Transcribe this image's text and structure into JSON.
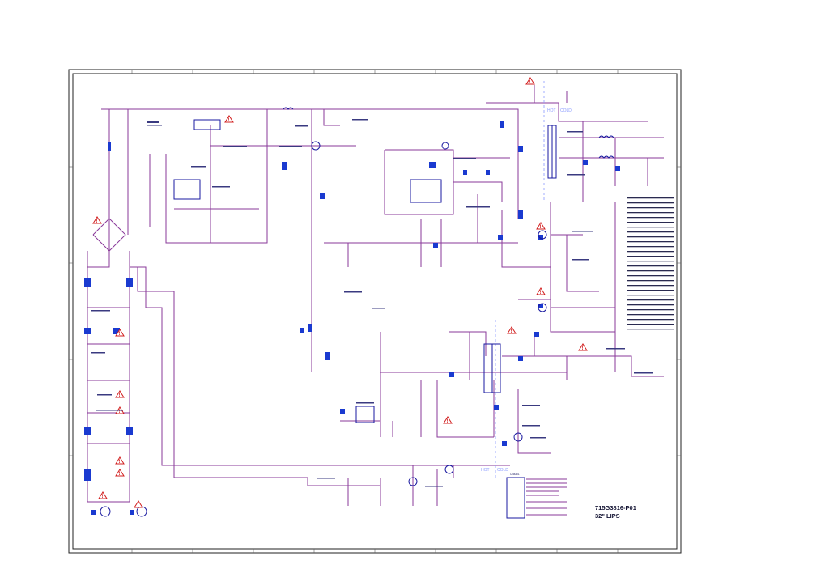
{
  "title_block": {
    "board_number": "715G3816-P01",
    "board_name": "32\" LIPS"
  },
  "zones": {
    "hot": "HOT",
    "cold": "COLD"
  },
  "connector": {
    "ref": "CN8301"
  },
  "colors": {
    "wire": "#8a3a9a",
    "component": "#1a3ad0",
    "warning": "#d22020",
    "frame": "#202020"
  }
}
